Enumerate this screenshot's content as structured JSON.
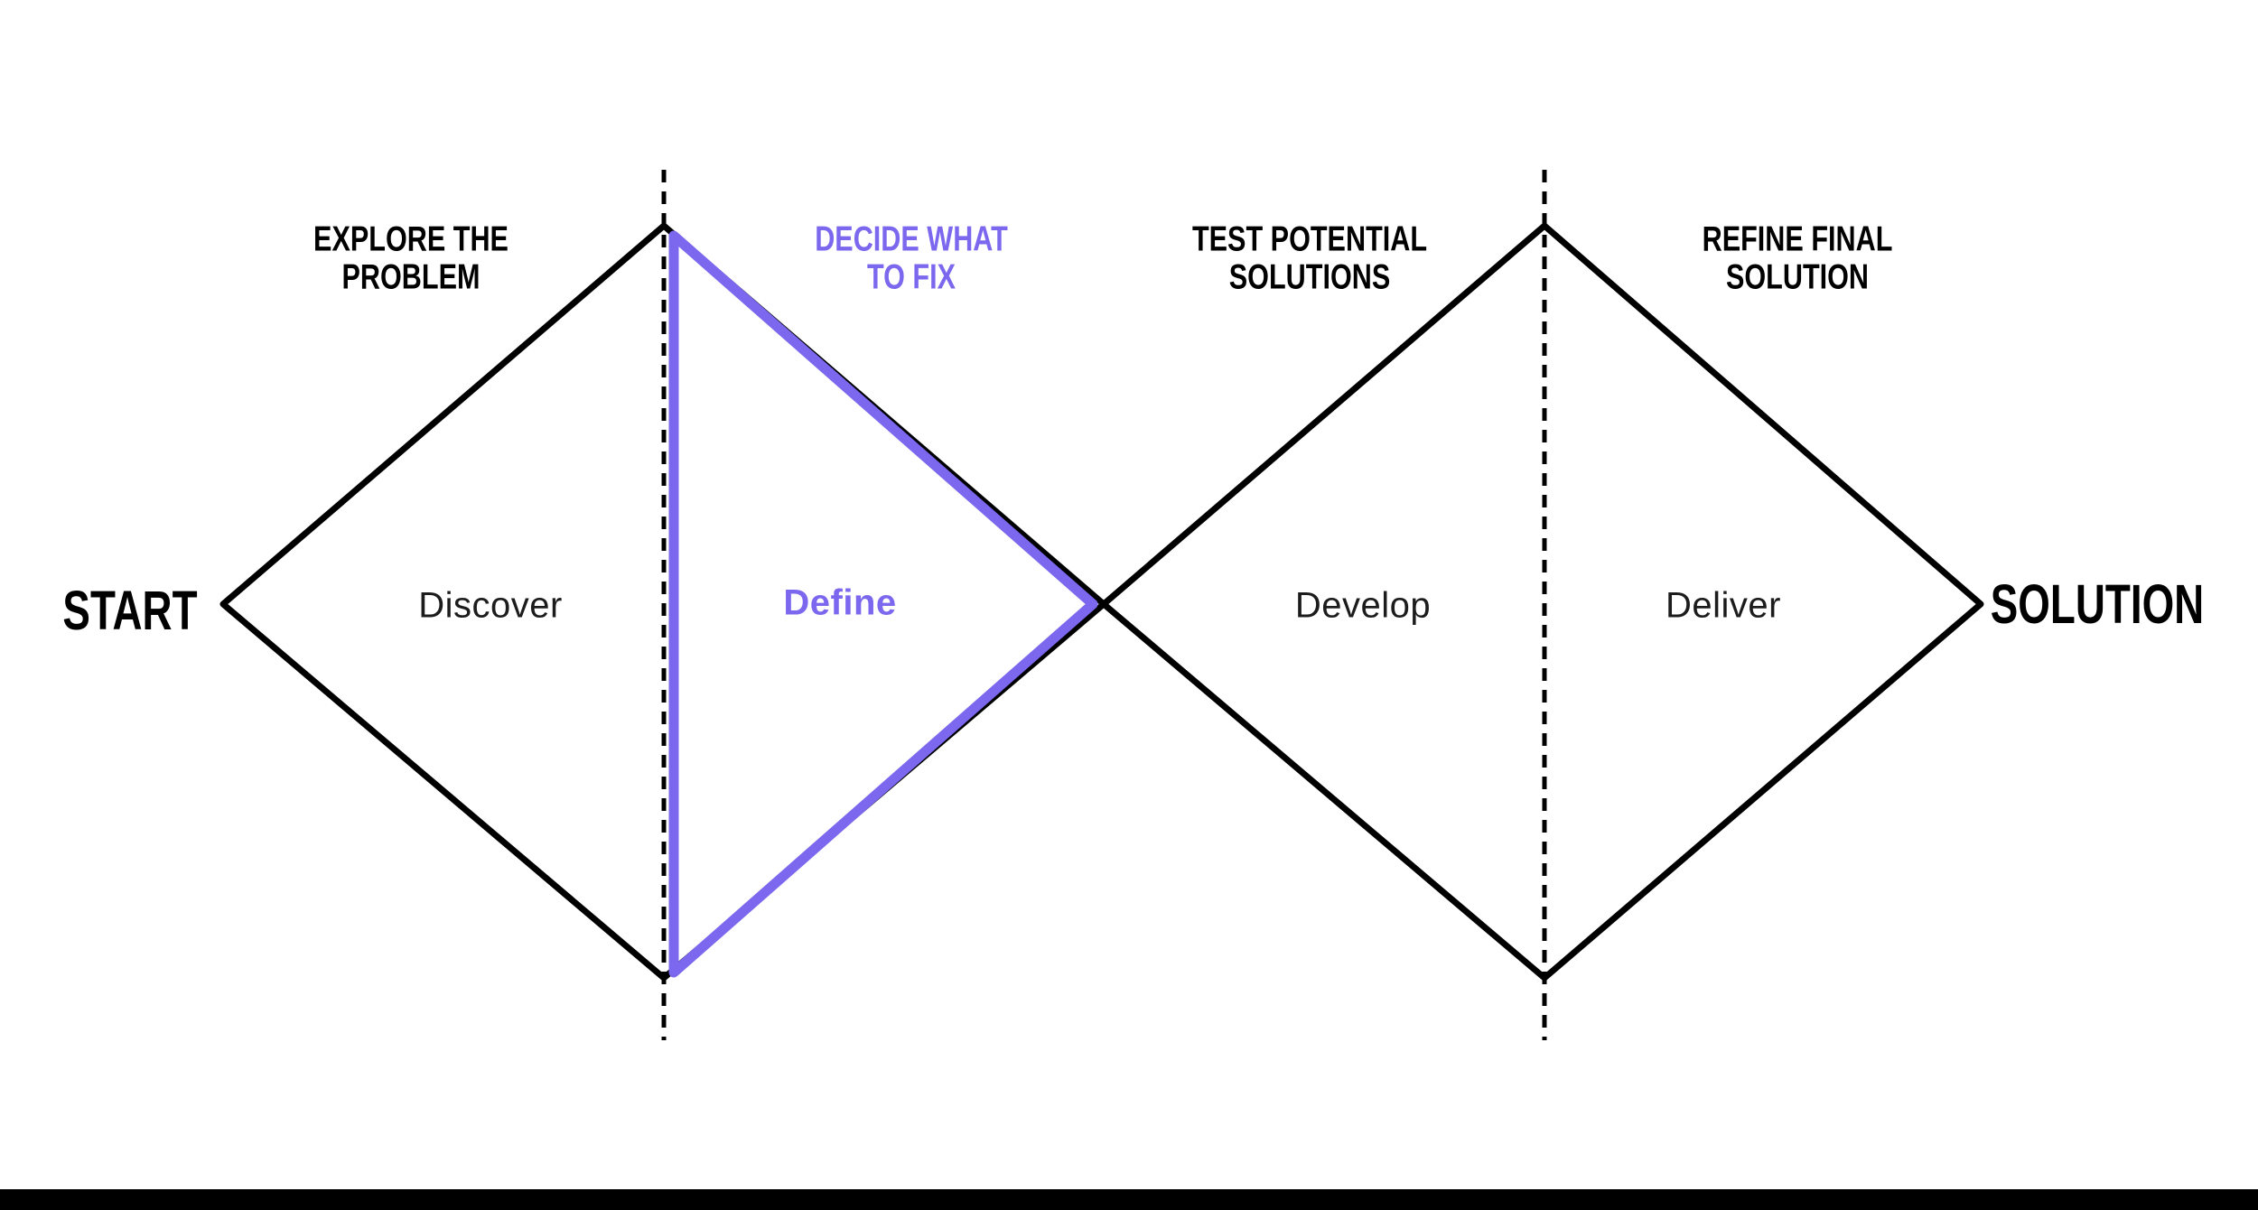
{
  "diagram": {
    "title_semantic": "Double Diamond design process",
    "start_label": "START",
    "solution_label": "SOLUTION",
    "stage_captions": [
      {
        "line1": "EXPLORE THE",
        "line2": "PROBLEM"
      },
      {
        "line1": "DECIDE WHAT",
        "line2": "TO FIX"
      },
      {
        "line1": "TEST POTENTIAL",
        "line2": "SOLUTIONS"
      },
      {
        "line1": "REFINE FINAL",
        "line2": "SOLUTION"
      }
    ],
    "stages": [
      "Discover",
      "Define",
      "Develop",
      "Deliver"
    ],
    "highlighted_stage": "Define",
    "colors": {
      "accent": "#7B68EE",
      "ink": "#000000"
    }
  }
}
